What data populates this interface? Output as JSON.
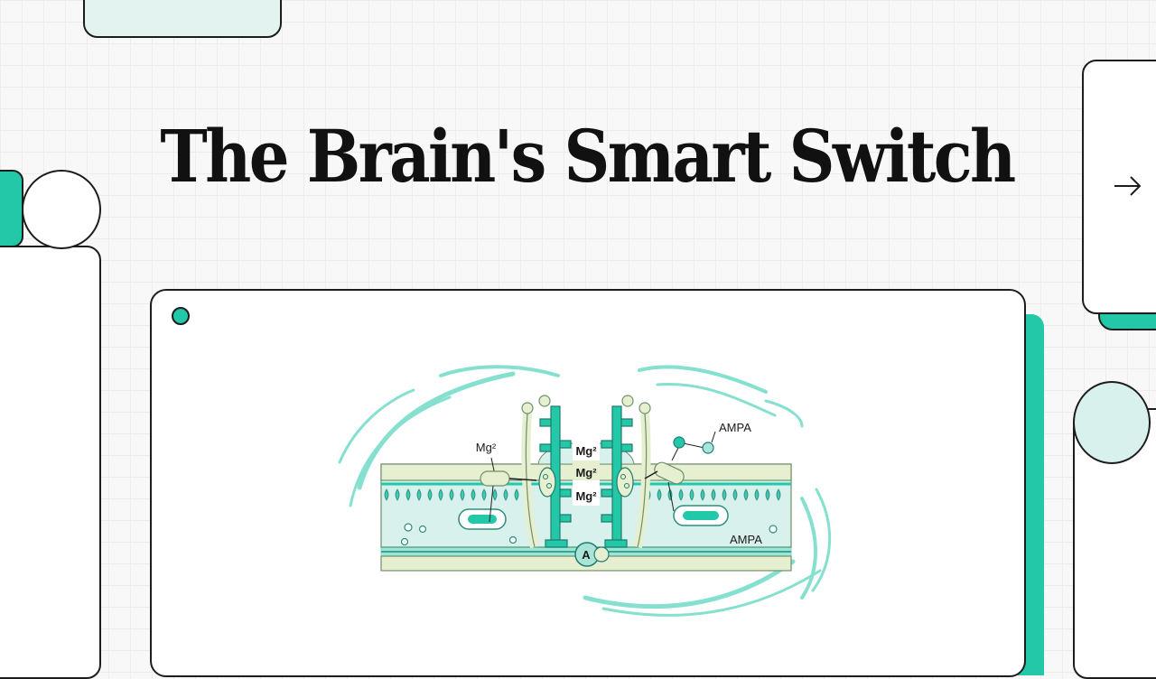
{
  "slide": {
    "title": "The Brain's Smart Switch"
  },
  "nav": {
    "next_icon": "arrow-right-icon"
  },
  "diagram": {
    "labels": {
      "mg_left": "Mg²",
      "mg_channel_top": "Mg²",
      "mg_channel_mid": "Mg²",
      "mg_channel_bot": "Mg²",
      "ampa_top": "AMPA",
      "ampa_bottom": "AMPA",
      "a_marker": "A"
    }
  },
  "colors": {
    "teal": "#22c8a8",
    "mint": "#d9f1ec",
    "pale_green": "#e6f0d0",
    "ink": "#1d1d1d"
  }
}
